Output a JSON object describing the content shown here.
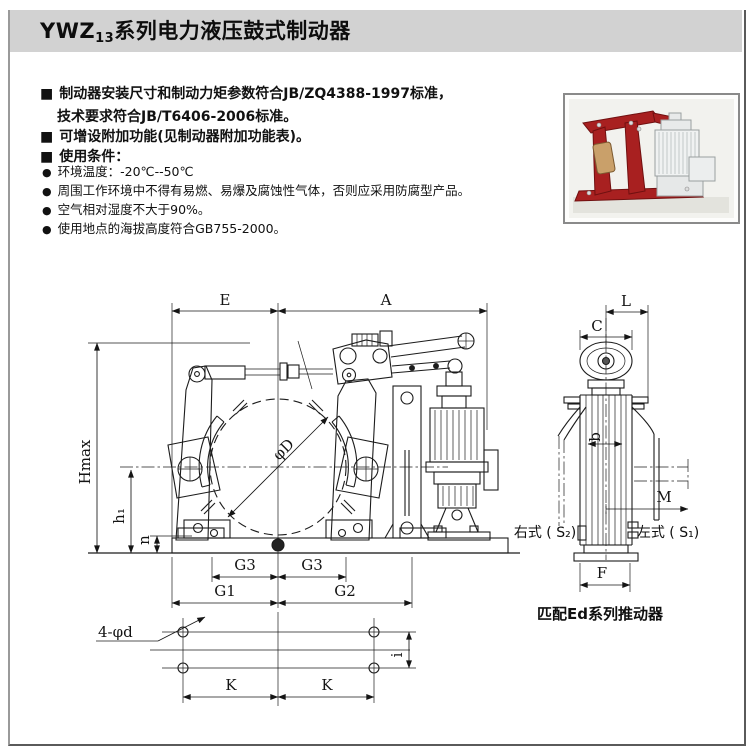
{
  "header": {
    "title_prefix": "YWZ",
    "title_sub": "13",
    "title_rest": "系列电力液压鼓式制动器"
  },
  "intro": {
    "square_marker": "■",
    "dot_marker": "●",
    "sq1_line1": "制动器安装尺寸和制动力矩参数符合JB/ZQ4388-1997标准，",
    "sq1_line2": "技术要求符合JB/T6406-2006标准。",
    "sq2": "可增设附加功能(见制动器附加功能表)。",
    "sq3": "使用条件：",
    "dot1": "环境温度：-20℃--50℃",
    "dot2": "周围工作环境中不得有易燃、易爆及腐蚀性气体，否则应采用防腐型产品。",
    "dot3": "空气相对湿度不大于90%。",
    "dot4": "使用地点的海拔高度符合GB755-2000。"
  },
  "front_view": {
    "dim_E": "E",
    "dim_A": "A",
    "dim_Hmax": "Hmax",
    "dim_h1": "h₁",
    "dim_n": "n",
    "dim_phiD": "φD",
    "dim_G3": "G3",
    "dim_G1": "G1",
    "dim_G2": "G2"
  },
  "side_view": {
    "dim_L": "L",
    "dim_C": "C",
    "dim_b": "b",
    "dim_M": "M",
    "dim_F": "F",
    "right_type": "右式 ( S₂)",
    "left_type": "左式 ( S₁)",
    "caption": "匹配Ed系列推动器"
  },
  "bottom_view": {
    "holes_label": "4-φd",
    "dim_K": "K",
    "dim_i": "i"
  },
  "colors": {
    "header_bg": "#d2d2d2",
    "line": "#1c1c1c",
    "photo_red": "#a82020",
    "photo_thruster": "#f0f2f2"
  }
}
